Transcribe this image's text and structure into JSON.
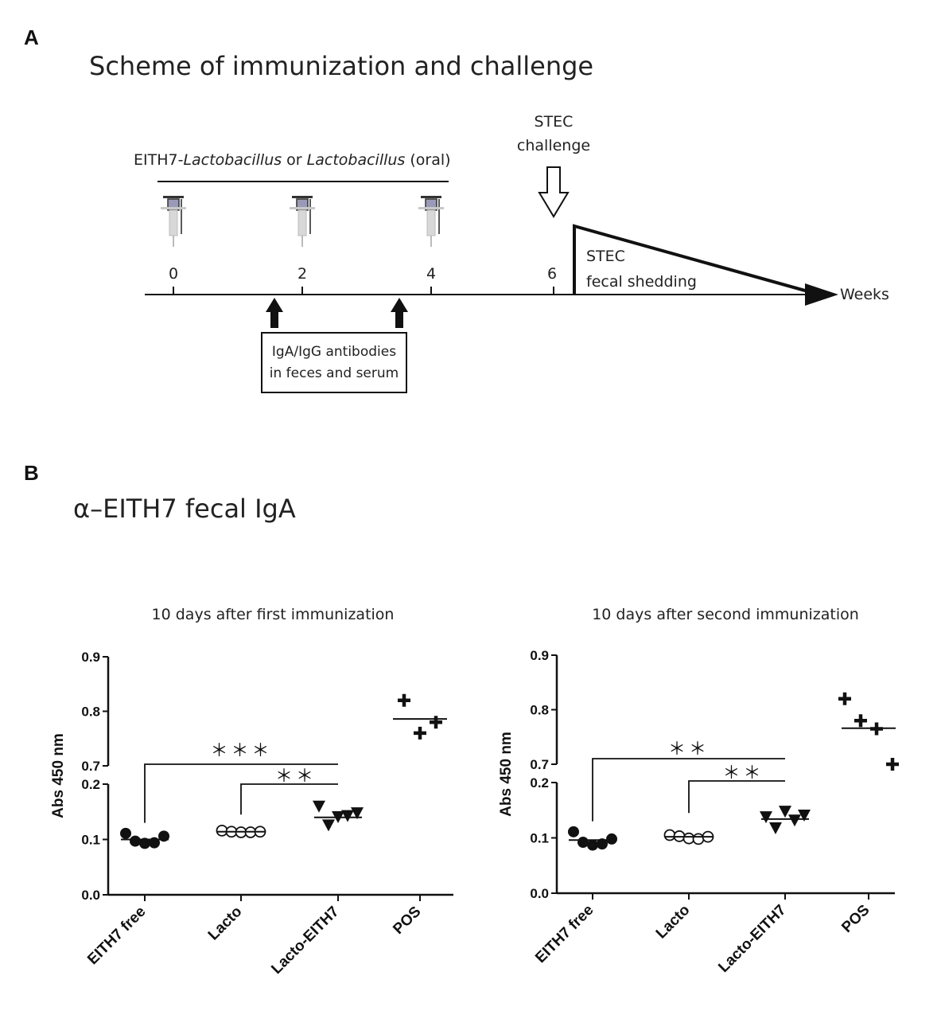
{
  "panel_a": {
    "label": "A",
    "title": "Scheme of immunization and challenge",
    "regimen_prefix": "EITH7-",
    "regimen_italic_1": "Lactobacillus",
    "regimen_or": " or ",
    "regimen_italic_2": "Lactobacillus",
    "regimen_suffix": " (oral)",
    "timepoints": [
      "0",
      "2",
      "4",
      "6"
    ],
    "challenge_line1": "STEC",
    "challenge_line2": "challenge",
    "shedding_line1": "STEC",
    "shedding_line2": "fecal shedding",
    "axis_unit": "Weeks",
    "sampling_line1": "IgA/IgG antibodies",
    "sampling_line2": "in feces and serum"
  },
  "panel_b": {
    "label": "B",
    "title": "α–EITH7 fecal IgA"
  },
  "chart_data": [
    {
      "type": "scatter",
      "title": "10 days after first immunization",
      "ylabel": "Abs 450 nm",
      "categories": [
        "EITH7 free",
        "Lacto",
        "Lacto-EITH7",
        "POS"
      ],
      "y_axis_break": {
        "lower_range": [
          0.0,
          0.2
        ],
        "upper_range": [
          0.7,
          0.9
        ]
      },
      "lower_ticks": [
        "0.0",
        "0.1",
        "0.2"
      ],
      "upper_ticks": [
        "0.7",
        "0.8",
        "0.9"
      ],
      "series": [
        {
          "category": "EITH7 free",
          "marker": "filled-circle",
          "values": [
            0.111,
            0.097,
            0.093,
            0.094,
            0.106
          ],
          "median": 0.1
        },
        {
          "category": "Lacto",
          "marker": "open-circle",
          "values": [
            0.116,
            0.114,
            0.113,
            0.113,
            0.114
          ],
          "median": 0.114
        },
        {
          "category": "Lacto-EITH7",
          "marker": "filled-triangle-down",
          "values": [
            0.16,
            0.126,
            0.141,
            0.143,
            0.148
          ],
          "median": 0.14
        },
        {
          "category": "POS",
          "marker": "plus",
          "values": [
            0.82,
            0.76,
            0.78
          ],
          "median": 0.786
        }
      ],
      "significance": [
        {
          "text": "＊＊＊",
          "from": "EITH7 free",
          "to": "Lacto-EITH7"
        },
        {
          "text": "＊＊",
          "from": "Lacto",
          "to": "Lacto-EITH7"
        }
      ]
    },
    {
      "type": "scatter",
      "title": "10 days after second immunization",
      "ylabel": "Abs 450 nm",
      "categories": [
        "EITH7 free",
        "Lacto",
        "Lacto-EITH7",
        "POS"
      ],
      "y_axis_break": {
        "lower_range": [
          0.0,
          0.2
        ],
        "upper_range": [
          0.7,
          0.9
        ]
      },
      "lower_ticks": [
        "0.0",
        "0.1",
        "0.2"
      ],
      "upper_ticks": [
        "0.7",
        "0.8",
        "0.9"
      ],
      "series": [
        {
          "category": "EITH7 free",
          "marker": "filled-circle",
          "values": [
            0.111,
            0.092,
            0.087,
            0.089,
            0.098
          ],
          "median": 0.096
        },
        {
          "category": "Lacto",
          "marker": "open-circle",
          "values": [
            0.105,
            0.103,
            0.099,
            0.098,
            0.102
          ],
          "median": 0.102
        },
        {
          "category": "Lacto-EITH7",
          "marker": "filled-triangle-down",
          "values": [
            0.138,
            0.118,
            0.148,
            0.132,
            0.141
          ],
          "median": 0.134
        },
        {
          "category": "POS",
          "marker": "plus",
          "values": [
            0.82,
            0.78,
            0.765,
            0.7
          ],
          "median": 0.766
        }
      ],
      "significance": [
        {
          "text": "＊＊",
          "from": "EITH7 free",
          "to": "Lacto-EITH7"
        },
        {
          "text": "＊＊",
          "from": "Lacto",
          "to": "Lacto-EITH7"
        }
      ]
    }
  ]
}
